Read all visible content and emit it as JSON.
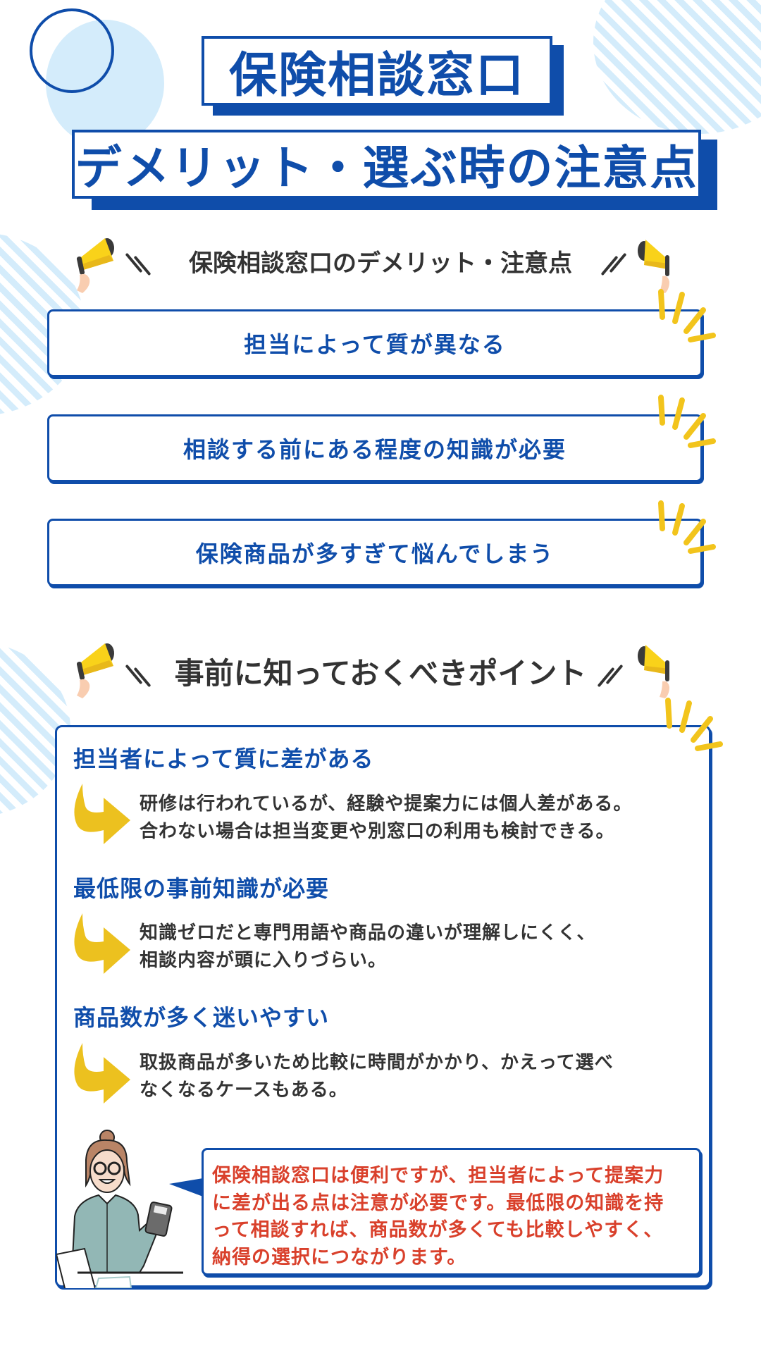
{
  "header": {
    "title_line1": "保険相談窓口",
    "title_line2": "デメリット・選ぶ時の注意点"
  },
  "section_demerits": {
    "heading": "保険相談窓口のデメリット・注意点",
    "items": [
      {
        "label": "担当によって質が異なる"
      },
      {
        "label": "相談する前にある程度の知識が必要"
      },
      {
        "label": "保険商品が多すぎて悩んでしまう"
      }
    ]
  },
  "section_points": {
    "heading": "事前に知っておくべきポイント",
    "items": [
      {
        "title": "担当者によって質に差がある",
        "lines": [
          "研修は行われているが、経験や提案力には個人差がある。",
          "合わない場合は担当変更や別窓口の利用も検討できる。"
        ]
      },
      {
        "title": "最低限の事前知識が必要",
        "lines": [
          "知識ゼロだと専門用語や商品の違いが理解しにくく、",
          "相談内容が頭に入りづらい。"
        ]
      },
      {
        "title": "商品数が多く迷いやすい",
        "lines": [
          "取扱商品が多いため比較に時間がかかり、かえって選べ",
          "なくなるケースもある。"
        ]
      }
    ]
  },
  "speech": {
    "lines": [
      "保険相談窓口は便利ですが、担当者によって提案力",
      "に差が出る点は注意が必要です。最低限の知識を持",
      "って相談すれば、商品数が多くても比較しやすく、",
      "納得の選択につながります。"
    ]
  },
  "icons": {
    "megaphone": "megaphone-icon",
    "sparks": "sparkle-lines-icon",
    "arrow": "curved-arrow-right-icon",
    "person": "woman-with-calculator-illustration"
  },
  "colors": {
    "brand_blue": "#0f4daa",
    "light_blue": "#d4ecfb",
    "accent_yellow": "#f2c41c",
    "text_dark": "#333333",
    "text_red": "#d9402b"
  }
}
